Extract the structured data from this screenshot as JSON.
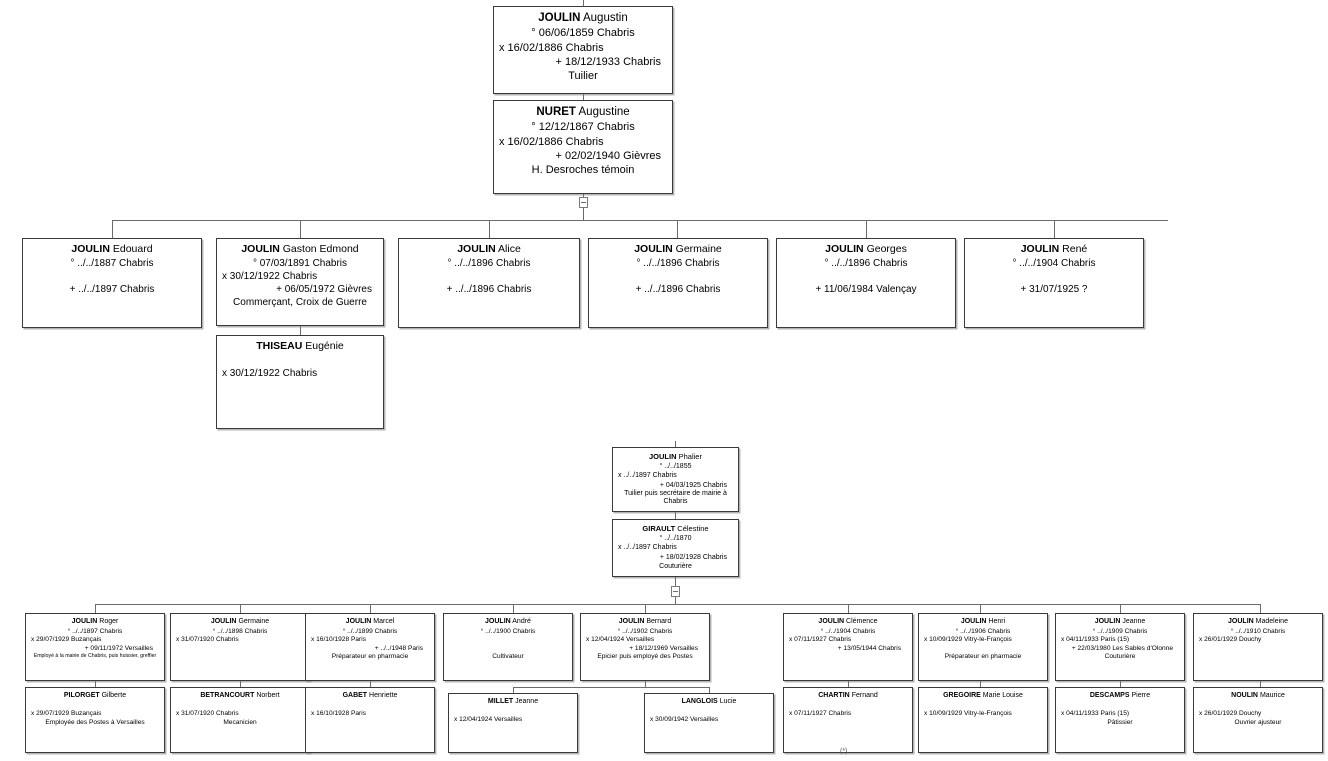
{
  "document": {
    "type": "genealogy-tree",
    "family": "JOULIN",
    "footer_mark": "(*)"
  },
  "legend": {
    "birth_symbol": "°",
    "marriage_symbol": "x",
    "death_symbol": "+"
  },
  "generation1": [
    {
      "id": "g1-joulin-augustin",
      "surname": "JOULIN",
      "given": "Augustin",
      "birth": "° 06/06/1859 Chabris",
      "marriage": "x 16/02/1886 Chabris",
      "death": "+ 18/12/1933 Chabris",
      "occupation": "Tuilier"
    },
    {
      "id": "g1-nuret-augustine",
      "surname": "NURET",
      "given": "Augustine",
      "birth": "° 12/12/1867 Chabris",
      "marriage": "x 16/02/1886 Chabris",
      "death": "+ 02/02/1940 Gièvres",
      "occupation": "H. Desroches témoin"
    }
  ],
  "generation2": [
    {
      "id": "g2-edouard",
      "surname": "JOULIN",
      "given": "Edouard",
      "birth": "° ../../1887 Chabris",
      "marriage": "",
      "death": "+ ../../1897 Chabris",
      "occupation": ""
    },
    {
      "id": "g2-gaston",
      "surname": "JOULIN",
      "given": "Gaston Edmond",
      "birth": "° 07/03/1891 Chabris",
      "marriage": "x 30/12/1922 Chabris",
      "death": "+ 06/05/1972 Gièvres",
      "occupation": "Commerçant, Croix de Guerre"
    },
    {
      "id": "g2-alice",
      "surname": "JOULIN",
      "given": "Alice",
      "birth": "° ../../1896 Chabris",
      "marriage": "",
      "death": "+ ../../1896 Chabris",
      "occupation": ""
    },
    {
      "id": "g2-germaine",
      "surname": "JOULIN",
      "given": "Germaine",
      "birth": "° ../../1896 Chabris",
      "marriage": "",
      "death": "+ ../../1896 Chabris",
      "occupation": ""
    },
    {
      "id": "g2-georges",
      "surname": "JOULIN",
      "given": "Georges",
      "birth": "° ../../1896 Chabris",
      "marriage": "",
      "death": "+ 11/06/1984 Valençay",
      "occupation": ""
    },
    {
      "id": "g2-rene",
      "surname": "JOULIN",
      "given": "René",
      "birth": "° ../../1904 Chabris",
      "marriage": "",
      "death": "+ 31/07/1925 ?",
      "occupation": ""
    }
  ],
  "generation2_spouse": {
    "id": "g2-thiseau-eugenie",
    "surname": "THISEAU",
    "given": "Eugénie",
    "birth": "",
    "marriage": "x 30/12/1922 Chabris",
    "death": "",
    "occupation": ""
  },
  "generation3": [
    {
      "id": "g3-phalier",
      "surname": "JOULIN",
      "given": "Phalier",
      "birth": "° ../../1855",
      "marriage": "x ../../1897 Chabris",
      "death": "+ 04/03/1925 Chabris",
      "occupation": "Tuilier puis secrétaire de mairie à Chabris"
    },
    {
      "id": "g3-girault-celestine",
      "surname": "GIRAULT",
      "given": "Célestine",
      "birth": "° ../../1870",
      "marriage": "x ../../1897 Chabris",
      "death": "+ 18/02/1928 Chabris",
      "occupation": "Couturière"
    }
  ],
  "generation4": [
    {
      "id": "g4-roger",
      "surname": "JOULIN",
      "given": "Roger",
      "birth": "° ../../1897 Chabris",
      "marriage": "x 29/07/1929 Buzançais",
      "death": "+ 09/11/1972 Versailles",
      "occupation": "Employé à la mairie de Chabris, puis huissier, greffier",
      "occupation_small": true
    },
    {
      "id": "g4-germaine",
      "surname": "JOULIN",
      "given": "Germaine",
      "birth": "° ../../1898 Chabris",
      "marriage": "x 31/07/1920 Chabris",
      "death": "",
      "occupation": ""
    },
    {
      "id": "g4-marcel",
      "surname": "JOULIN",
      "given": "Marcel",
      "birth": "° ../../1899 Chabris",
      "marriage": "x 16/10/1928 Paris",
      "death": "+ ../../1948 Paris",
      "occupation": "Préparateur en pharmacie"
    },
    {
      "id": "g4-andre",
      "surname": "JOULIN",
      "given": "André",
      "birth": "° ../../1900 Chabris",
      "marriage": "",
      "death": "",
      "occupation": "Cultivateur"
    },
    {
      "id": "g4-bernard",
      "surname": "JOULIN",
      "given": "Bernard",
      "birth": "° ../../1902 Chabris",
      "marriage": "x 12/04/1924 Versailles",
      "death": "+ 18/12/1969 Versailles",
      "occupation": "Epicier puis employé des Postes"
    },
    {
      "id": "g4-clemence",
      "surname": "JOULIN",
      "given": "Clémence",
      "birth": "° ../../1904 Chabris",
      "marriage": "x 07/11/1927 Chabris",
      "death": "+ 13/05/1944 Chabris",
      "occupation": ""
    },
    {
      "id": "g4-henri",
      "surname": "JOULIN",
      "given": "Henri",
      "birth": "° ../../1906 Chabris",
      "marriage": "x 10/09/1929 Vitry-le-François",
      "death": "",
      "occupation": "Préparateur en pharmacie"
    },
    {
      "id": "g4-jeanne",
      "surname": "JOULIN",
      "given": "Jeanne",
      "birth": "° ../../1909 Chabris",
      "marriage": "x 04/11/1933 Paris (15)",
      "death": "+ 22/03/1980 Les Sables d'Olonne",
      "occupation": "Couturière"
    },
    {
      "id": "g4-madeleine",
      "surname": "JOULIN",
      "given": "Madeleine",
      "birth": "° ../../1910 Chabris",
      "marriage": "x 26/01/1929 Douchy",
      "death": "",
      "occupation": ""
    }
  ],
  "generation4_spouses": [
    {
      "id": "sp-pilorget",
      "surname": "PILORGET",
      "given": "Gilberte",
      "marriage": "x 29/07/1929 Buzançais",
      "occupation": "Employée des Postes à Versailles"
    },
    {
      "id": "sp-betrancourt",
      "surname": "BETRANCOURT",
      "given": "Norbert",
      "marriage": "x 31/07/1920 Chabris",
      "occupation": "Mecanicien"
    },
    {
      "id": "sp-gabet",
      "surname": "GABET",
      "given": "Henriette",
      "marriage": "x 16/10/1928 Paris",
      "occupation": ""
    },
    {
      "id": "sp-millet",
      "surname": "MILLET",
      "given": "Jeanne",
      "marriage": "x 12/04/1924 Versailles",
      "occupation": ""
    },
    {
      "id": "sp-langlois",
      "surname": "LANGLOIS",
      "given": "Lucie",
      "marriage": "x 30/09/1942 Versailles",
      "occupation": ""
    },
    {
      "id": "sp-chartin",
      "surname": "CHARTIN",
      "given": "Fernand",
      "marriage": "x 07/11/1927 Chabris",
      "occupation": ""
    },
    {
      "id": "sp-gregoire",
      "surname": "GREGOIRE",
      "given": "Marie Louise",
      "marriage": "x 10/09/1929 Vitry-le-François",
      "occupation": ""
    },
    {
      "id": "sp-descamps",
      "surname": "DESCAMPS",
      "given": "Pierre",
      "marriage": "x 04/11/1933 Paris (15)",
      "occupation": "Pâtissier"
    },
    {
      "id": "sp-noulin",
      "surname": "NOULIN",
      "given": "Maurice",
      "marriage": "x 26/01/1929 Douchy",
      "occupation": "Ouvrier ajusteur"
    }
  ]
}
